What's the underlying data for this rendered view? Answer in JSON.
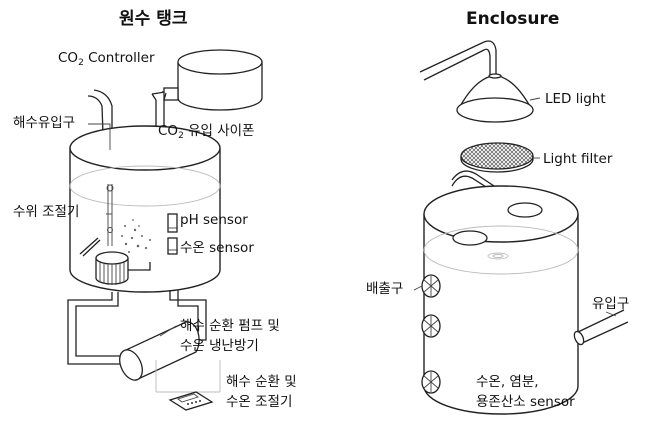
{
  "left_panel": {
    "title": "원수 탱크",
    "labels": {
      "co2_controller_prefix": "CO",
      "co2_controller_sub": "2",
      "co2_controller_suffix": " Controller",
      "seawater_inlet": "해수유입구",
      "co2_siphon_prefix": "CO",
      "co2_siphon_sub": "2",
      "co2_siphon_suffix": " 유입 사이폰",
      "level_controller": "수위 조절기",
      "ph_sensor": "pH sensor",
      "temp_sensor": "수온 sensor",
      "pump_line1": "해수 순환 펌프 및",
      "pump_line2": "수온 냉난방기",
      "controller_line1": "해수 순환 및",
      "controller_line2": "수온 조절기"
    }
  },
  "right_panel": {
    "title": "Enclosure",
    "labels": {
      "led_light": "LED light",
      "light_filter": "Light filter",
      "outlet": "배출구",
      "inlet": "유입구",
      "sensor_line1": "수온, 염분,",
      "sensor_line2": "용존산소 sensor"
    }
  }
}
